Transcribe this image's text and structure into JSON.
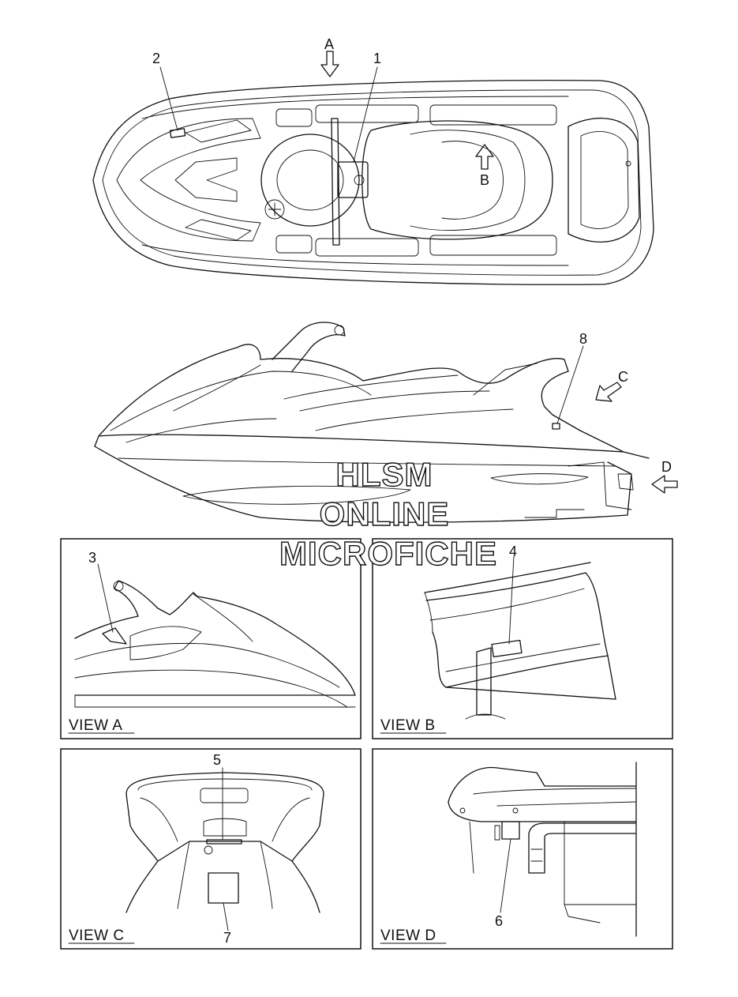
{
  "callouts": {
    "c1": "1",
    "c2": "2",
    "c3": "3",
    "c4": "4",
    "c5": "5",
    "c6": "6",
    "c7": "7",
    "c8": "8"
  },
  "arrows": {
    "a": "A",
    "b": "B",
    "c": "C",
    "d": "D"
  },
  "views": {
    "a": "VIEW A",
    "b": "VIEW B",
    "c": "VIEW C",
    "d": "VIEW D"
  },
  "watermark": {
    "line1": "HLSM",
    "line2": "ONLINE",
    "line3": "MICROFICHE"
  }
}
